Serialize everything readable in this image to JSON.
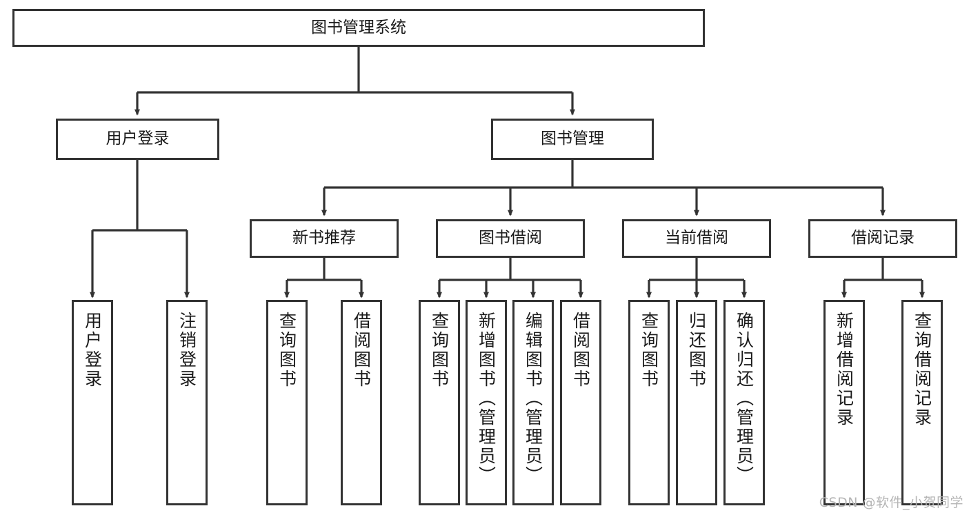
{
  "diagram": {
    "title": "图书管理系统",
    "type": "tree-hierarchy",
    "root": {
      "id": "root",
      "label": "图书管理系统"
    },
    "level2": [
      {
        "id": "user-login",
        "label": "用户登录"
      },
      {
        "id": "book-management",
        "label": "图书管理"
      }
    ],
    "level3": [
      {
        "id": "new-book-recommend",
        "label": "新书推荐",
        "parent": "book-management"
      },
      {
        "id": "book-borrow",
        "label": "图书借阅",
        "parent": "book-management"
      },
      {
        "id": "current-borrow",
        "label": "当前借阅",
        "parent": "book-management"
      },
      {
        "id": "borrow-record",
        "label": "借阅记录",
        "parent": "book-management"
      }
    ],
    "leaves": [
      {
        "id": "leaf-user-login",
        "label": "用户登录",
        "parent": "user-login"
      },
      {
        "id": "leaf-logout-login",
        "label": "注销登录",
        "parent": "user-login"
      },
      {
        "id": "leaf-query-book-1",
        "label": "查询图书",
        "parent": "new-book-recommend"
      },
      {
        "id": "leaf-borrow-book-1",
        "label": "借阅图书",
        "parent": "new-book-recommend"
      },
      {
        "id": "leaf-query-book-2",
        "label": "查询图书",
        "parent": "book-borrow"
      },
      {
        "id": "leaf-add-book",
        "label": "新增图书（管理员）",
        "parent": "book-borrow"
      },
      {
        "id": "leaf-edit-book",
        "label": "编辑图书（管理员）",
        "parent": "book-borrow"
      },
      {
        "id": "leaf-borrow-book-2",
        "label": "借阅图书",
        "parent": "book-borrow"
      },
      {
        "id": "leaf-query-book-3",
        "label": "查询图书",
        "parent": "current-borrow"
      },
      {
        "id": "leaf-return-book",
        "label": "归还图书",
        "parent": "current-borrow"
      },
      {
        "id": "leaf-confirm-return",
        "label": "确认归还（管理员）",
        "parent": "current-borrow"
      },
      {
        "id": "leaf-add-record",
        "label": "新增借阅记录",
        "parent": "borrow-record"
      },
      {
        "id": "leaf-query-record",
        "label": "查询借阅记录",
        "parent": "borrow-record"
      }
    ],
    "colors": {
      "stroke": "#333333",
      "fill": "#ffffff",
      "text": "#1a1a1a",
      "watermark": "#b5b5b5"
    }
  },
  "watermark": {
    "text": "CSDN @软件_小贺同学"
  }
}
